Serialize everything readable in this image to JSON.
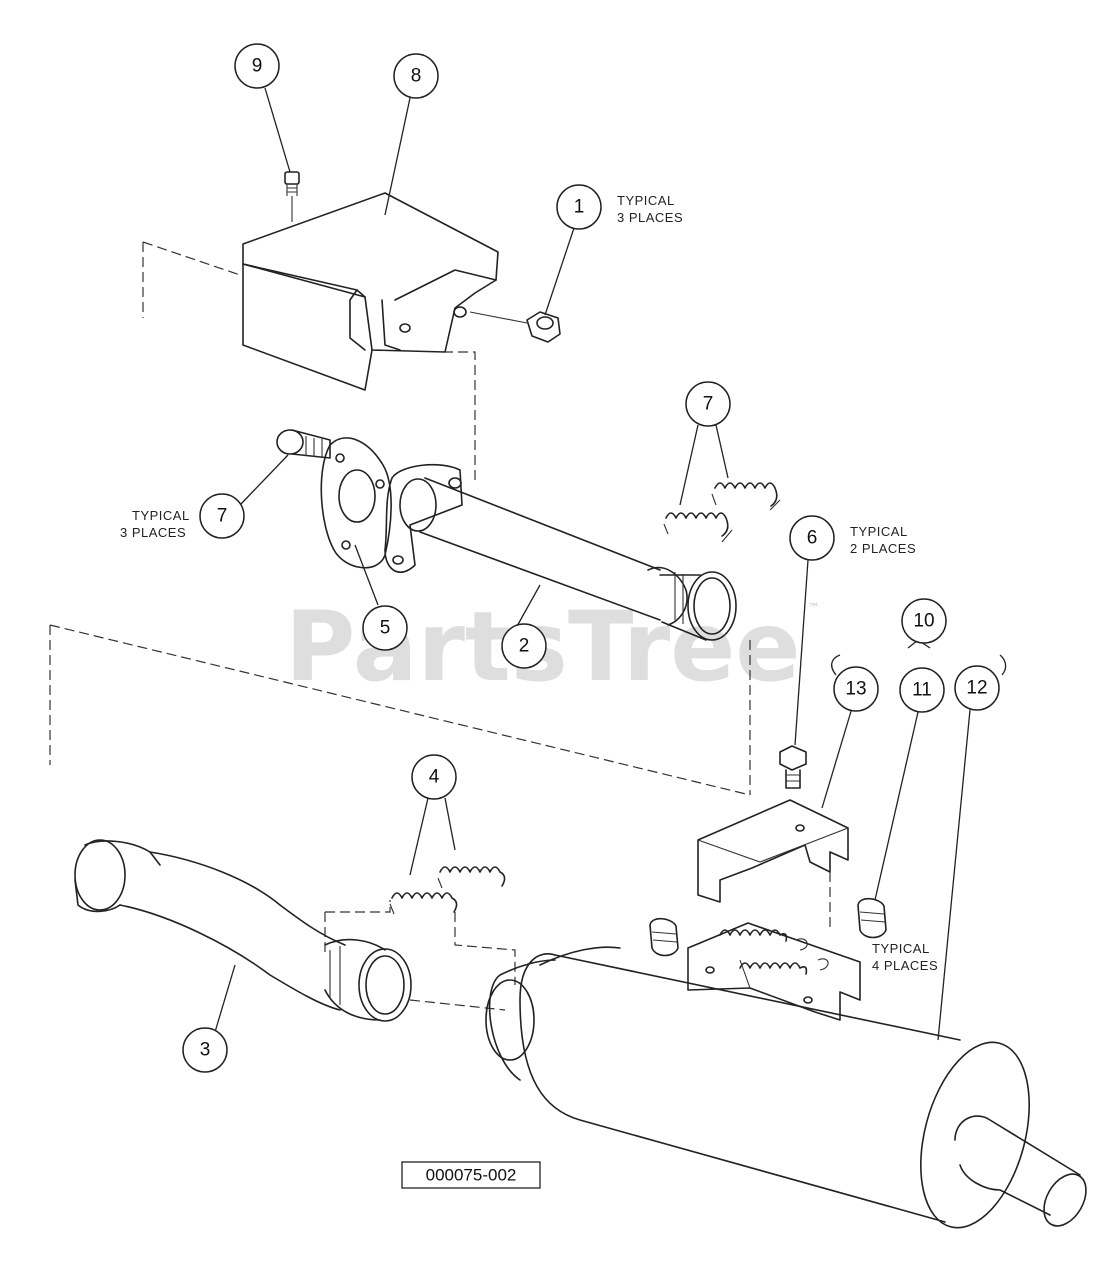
{
  "diagram": {
    "drawing_number": "000075-002",
    "watermark": "PartsTree",
    "watermark_mark": "™",
    "callouts": {
      "c9": "9",
      "c8": "8",
      "c1": "1",
      "c7a": "7",
      "c7b": "7",
      "c6": "6",
      "c5": "5",
      "c2": "2",
      "c10": "10",
      "c13": "13",
      "c11": "11",
      "c12": "12",
      "c4": "4",
      "c3": "3"
    },
    "notes": {
      "n1_line1": "TYPICAL",
      "n1_line2": "3 PLACES",
      "n7_line1": "TYPICAL",
      "n7_line2": "3 PLACES",
      "n6_line1": "TYPICAL",
      "n6_line2": "2 PLACES",
      "n11_line1": "TYPICAL",
      "n11_line2": "4 PLACES"
    }
  }
}
